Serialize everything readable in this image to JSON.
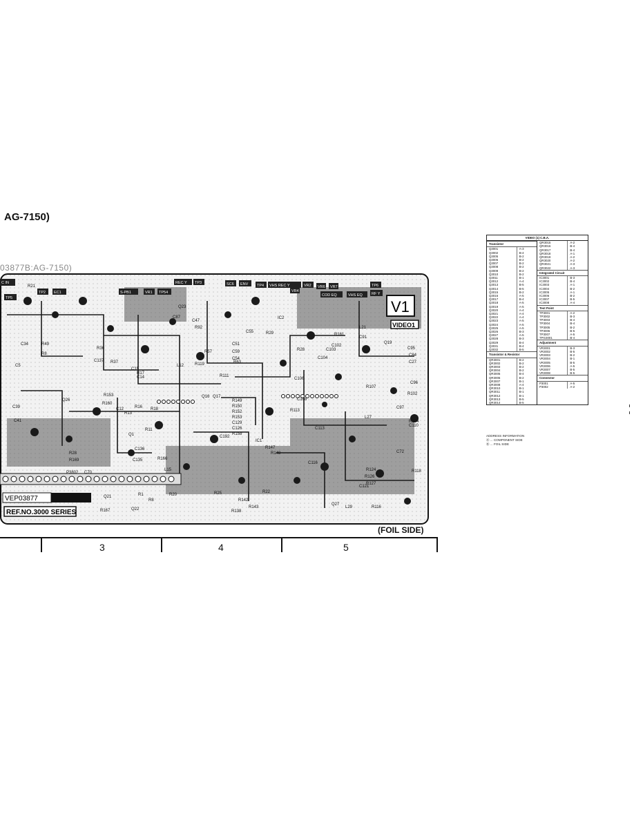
{
  "page": {
    "title": "AG-7150)",
    "subtitle": "03877B:AG-7150)",
    "foil_label": "(FOIL SIDE)",
    "ruler_numbers": [
      "3",
      "4",
      "5"
    ]
  },
  "board": {
    "corner_label": "V1",
    "name_label": "VIDEO1",
    "part_label": "VEP03877",
    "ref_label": "REF.NO.3000 SERIES",
    "top_connectors": [
      "C IN",
      "TP5",
      "TP2",
      "EC1",
      "S-PB1",
      "VR1",
      "TP54",
      "REC Y",
      "TP3",
      "SC6",
      "ENV",
      "TP4",
      "VHS REC Y",
      "VR2",
      "VR6",
      "VR7",
      "VR4",
      "COD EQ",
      "VHS EQ",
      "TP6",
      "RF Y"
    ],
    "component_labels": [
      "C34",
      "R49",
      "C5",
      "C39",
      "C41",
      "Q26",
      "R8",
      "R36",
      "R37",
      "C137",
      "R153",
      "R160",
      "C15",
      "C14",
      "R17",
      "R13",
      "Q1",
      "R16",
      "R18",
      "C12",
      "R11",
      "C136",
      "C135",
      "R166",
      "L15",
      "C70",
      "R28",
      "R169",
      "P3802",
      "Q21",
      "R1",
      "R8",
      "Q22",
      "R167",
      "R20",
      "R21",
      "Q23",
      "C87",
      "C47",
      "R92",
      "R57",
      "L12",
      "R119",
      "Q16",
      "Q17",
      "R111",
      "C51",
      "C59",
      "C54",
      "C55",
      "R63",
      "IC2",
      "R29",
      "R28",
      "R149",
      "R150",
      "R152",
      "R153",
      "C129",
      "C126",
      "R158",
      "IC1",
      "R147",
      "R148",
      "C192",
      "R113",
      "C104",
      "C106",
      "C108",
      "C102",
      "C103",
      "R161",
      "C113",
      "C116",
      "C121",
      "R124",
      "R126",
      "R127",
      "R142",
      "R143",
      "R138",
      "R22",
      "R25",
      "Q27",
      "L21",
      "C91",
      "C95",
      "R102",
      "R104",
      "C96",
      "C97",
      "R107",
      "Q18",
      "Q19",
      "C110",
      "R116",
      "R118",
      "C72",
      "C84",
      "C27",
      "L27",
      "L29"
    ]
  },
  "table": {
    "title": "VIDEO (1) C.B.A.",
    "left_sections": [
      {
        "name": "Transistor",
        "rows": [
          [
            "Q3001",
            "A-3"
          ],
          [
            "Q3002",
            "B-4"
          ],
          [
            "Q3005",
            "B-2"
          ],
          [
            "Q3006",
            "B-2"
          ],
          [
            "Q3007",
            "B-2"
          ],
          [
            "Q3008",
            "B-2"
          ],
          [
            "Q3009",
            "B-2"
          ],
          [
            "Q3010",
            "B-2"
          ],
          [
            "Q3011",
            "B-1"
          ],
          [
            "Q3012",
            "A-4"
          ],
          [
            "Q3013",
            "B-5"
          ],
          [
            "Q3014",
            "B-5"
          ],
          [
            "Q3015",
            "B-2"
          ],
          [
            "Q3016",
            "A-5"
          ],
          [
            "Q3017",
            "B-4"
          ],
          [
            "Q3018",
            "A-5"
          ],
          [
            "Q3019",
            "A-5"
          ],
          [
            "Q3020",
            "A-4"
          ],
          [
            "Q3021",
            "A-4"
          ],
          [
            "Q3022",
            "A-4"
          ],
          [
            "Q3023",
            "A-5"
          ],
          [
            "Q3024",
            "A-5"
          ],
          [
            "Q3025",
            "A-5"
          ],
          [
            "Q3026",
            "B-3"
          ],
          [
            "Q3027",
            "A-5"
          ],
          [
            "Q3028",
            "B-3"
          ],
          [
            "Q3029",
            "B-4"
          ],
          [
            "Q3031",
            "B-4"
          ],
          [
            "Q3032",
            "B-5"
          ]
        ]
      },
      {
        "name": "Transistor & Resistor",
        "rows": [
          [
            "QR3001",
            "B-2"
          ],
          [
            "QR3002",
            "B-2"
          ],
          [
            "QR3003",
            "B-2"
          ],
          [
            "QR3004",
            "B-2"
          ],
          [
            "QR3005",
            "B-4"
          ],
          [
            "QR3006",
            "B-2"
          ],
          [
            "QR3007",
            "B-1"
          ],
          [
            "QR3008",
            "A-4"
          ],
          [
            "QR3010",
            "B-1"
          ],
          [
            "QR3011",
            "B-1"
          ],
          [
            "QR3012",
            "B-1"
          ],
          [
            "QR3013",
            "B-5"
          ],
          [
            "QR3014",
            "B-5"
          ]
        ]
      }
    ],
    "right_sections": [
      {
        "name": "",
        "rows": [
          [
            "QR3015",
            "A-2"
          ],
          [
            "QR3016",
            "B-4"
          ],
          [
            "QR3017",
            "B-4"
          ],
          [
            "QR3018",
            "A-1"
          ],
          [
            "QR3019",
            "A-2"
          ],
          [
            "QR3020",
            "A-2"
          ],
          [
            "QR3021",
            "A-3"
          ],
          [
            "QR3022",
            "A-3"
          ]
        ]
      },
      {
        "name": "Integrated Circuit",
        "rows": [
          [
            "IC3001",
            "B-3"
          ],
          [
            "IC3002",
            "B-4"
          ],
          [
            "IC3003",
            "A-1"
          ],
          [
            "IC3004",
            "B-2"
          ],
          [
            "IC3005",
            "A-1"
          ],
          [
            "IC3006",
            "B-2"
          ],
          [
            "IC3007",
            "B-5"
          ],
          [
            "IC3008",
            "A-4"
          ]
        ]
      },
      {
        "name": "Test Point",
        "rows": [
          [
            "TP3001",
            "A-2"
          ],
          [
            "TP3002",
            "B-3"
          ],
          [
            "TP3003",
            "B-4"
          ],
          [
            "TP3004",
            "B-4"
          ],
          [
            "TP3005",
            "B-2"
          ],
          [
            "TP3006",
            "B-5"
          ],
          [
            "TP3007",
            "A-5"
          ],
          [
            "TPG3001",
            "B-4"
          ]
        ]
      },
      {
        "name": "Adjustment",
        "rows": [
          [
            "VR3001",
            "B-3"
          ],
          [
            "VR3002",
            "B-5"
          ],
          [
            "VR3003",
            "B-2"
          ],
          [
            "VR3004",
            "B-1"
          ],
          [
            "VR3005",
            "B-5"
          ],
          [
            "VR3006",
            "A-5"
          ],
          [
            "VR3007",
            "B-5"
          ],
          [
            "VR3008",
            "B-5"
          ]
        ]
      },
      {
        "name": "Connector",
        "rows": [
          [
            "P3001",
            "A-5"
          ],
          [
            "P3002",
            "A-2"
          ]
        ]
      }
    ]
  },
  "address_info": {
    "title": "ADDRESS INFORMATION",
    "line1": "Ⓐ ... COMPONENT SIDE",
    "line2": "Ⓑ ... FOIL SIDE"
  }
}
